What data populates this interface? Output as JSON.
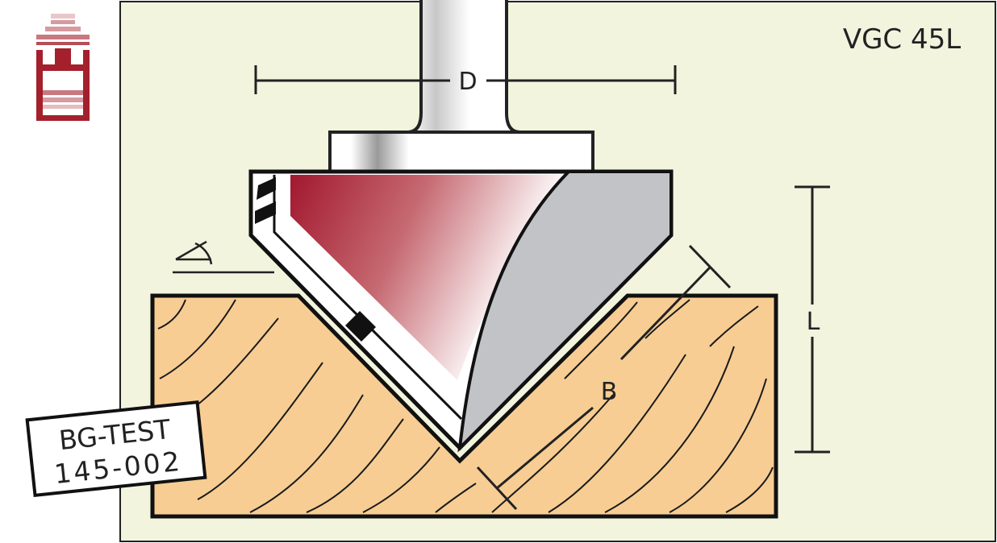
{
  "model": "VGC 45L",
  "dimensions": {
    "diameter": "D",
    "length": "L",
    "cut_width": "B"
  },
  "stamp": {
    "line1": "BG-TEST",
    "line2": "145-002"
  },
  "icons": [
    "router-bit-logo-icon",
    "angle-icon"
  ],
  "colors": {
    "panel_bg": "#f2f4de",
    "wood": "#f7cd93",
    "blade_red": "#a2182e",
    "steel_grey": "#c2c3c7",
    "logo_red": "#a3202c"
  }
}
